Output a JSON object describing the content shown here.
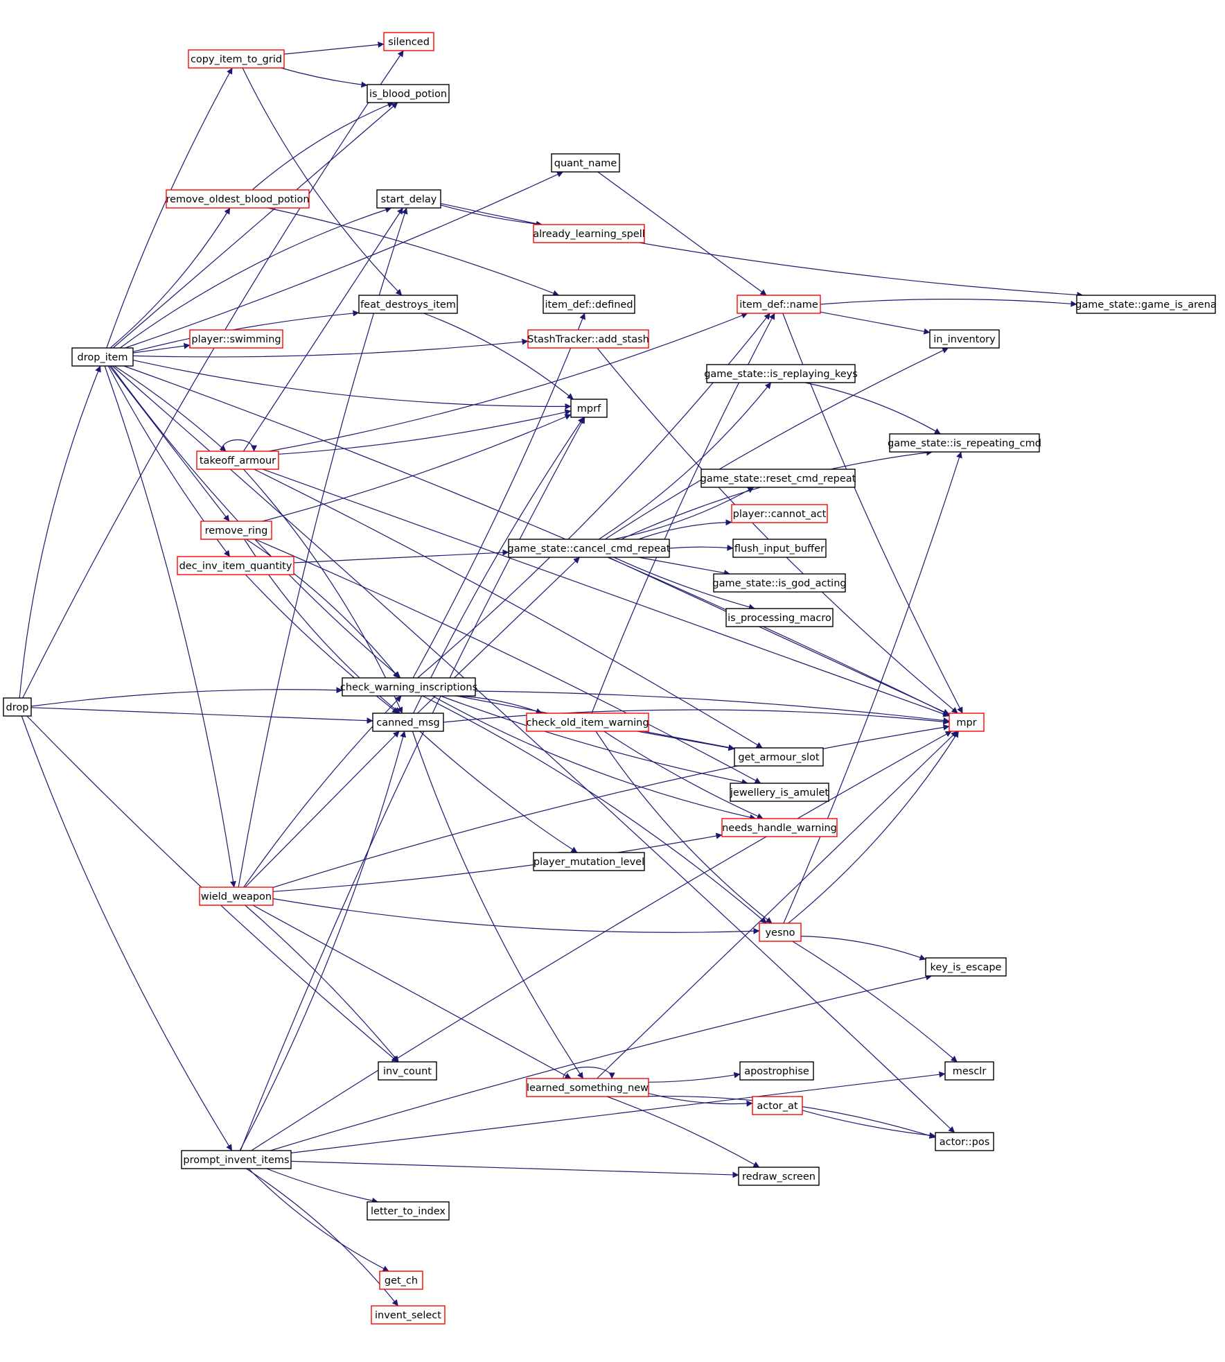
{
  "colors": {
    "edge": "#191970",
    "arrow": "#191970",
    "node_border_normal": "#000000",
    "node_border_incomplete": "#ff0000",
    "node_fill_root": "#bfbfbf",
    "node_fill": "#ffffff"
  },
  "nodes": [
    {
      "id": "drop",
      "label": "drop",
      "style": "root"
    },
    {
      "id": "drop_item",
      "label": "drop_item",
      "style": "normal"
    },
    {
      "id": "prompt_invent_items",
      "label": "prompt_invent_items",
      "style": "normal"
    },
    {
      "id": "copy_item_to_grid",
      "label": "copy_item_to_grid",
      "style": "red"
    },
    {
      "id": "silenced",
      "label": "silenced",
      "style": "red"
    },
    {
      "id": "is_blood_potion",
      "label": "is_blood_potion",
      "style": "normal"
    },
    {
      "id": "quant_name",
      "label": "quant_name",
      "style": "normal"
    },
    {
      "id": "remove_oldest_blood_potion",
      "label": "remove_oldest_blood_potion",
      "style": "red"
    },
    {
      "id": "start_delay",
      "label": "start_delay",
      "style": "normal"
    },
    {
      "id": "already_learning_spell",
      "label": "already_learning_spell",
      "style": "red"
    },
    {
      "id": "feat_destroys_item",
      "label": "feat_destroys_item",
      "style": "normal"
    },
    {
      "id": "item_def_defined",
      "label": "item_def::defined",
      "style": "normal"
    },
    {
      "id": "item_def_name",
      "label": "item_def::name",
      "style": "red"
    },
    {
      "id": "game_is_arena",
      "label": "game_state::game_is_arena",
      "style": "normal"
    },
    {
      "id": "player_swimming",
      "label": "player::swimming",
      "style": "red"
    },
    {
      "id": "add_stash",
      "label": "StashTracker::add_stash",
      "style": "red"
    },
    {
      "id": "in_inventory",
      "label": "in_inventory",
      "style": "normal"
    },
    {
      "id": "is_replaying_keys",
      "label": "game_state::is_replaying_keys",
      "style": "normal"
    },
    {
      "id": "mprf",
      "label": "mprf",
      "style": "normal"
    },
    {
      "id": "takeoff_armour",
      "label": "takeoff_armour",
      "style": "red"
    },
    {
      "id": "is_repeating_cmd",
      "label": "game_state::is_repeating_cmd",
      "style": "normal"
    },
    {
      "id": "reset_cmd_repeat",
      "label": "game_state::reset_cmd_repeat",
      "style": "normal"
    },
    {
      "id": "remove_ring",
      "label": "remove_ring",
      "style": "red"
    },
    {
      "id": "cannot_act",
      "label": "player::cannot_act",
      "style": "red"
    },
    {
      "id": "cancel_cmd_repeat",
      "label": "game_state::cancel_cmd_repeat",
      "style": "normal"
    },
    {
      "id": "flush_input_buffer",
      "label": "flush_input_buffer",
      "style": "normal"
    },
    {
      "id": "dec_inv_item_quantity",
      "label": "dec_inv_item_quantity",
      "style": "red"
    },
    {
      "id": "is_god_acting",
      "label": "game_state::is_god_acting",
      "style": "normal"
    },
    {
      "id": "is_processing_macro",
      "label": "is_processing_macro",
      "style": "normal"
    },
    {
      "id": "check_warning_inscriptions",
      "label": "check_warning_inscriptions",
      "style": "normal"
    },
    {
      "id": "canned_msg",
      "label": "canned_msg",
      "style": "normal"
    },
    {
      "id": "check_old_item_warning",
      "label": "check_old_item_warning",
      "style": "red"
    },
    {
      "id": "mpr",
      "label": "mpr",
      "style": "red"
    },
    {
      "id": "get_armour_slot",
      "label": "get_armour_slot",
      "style": "normal"
    },
    {
      "id": "jewellery_is_amulet",
      "label": "jewellery_is_amulet",
      "style": "normal"
    },
    {
      "id": "needs_handle_warning",
      "label": "needs_handle_warning",
      "style": "red"
    },
    {
      "id": "player_mutation_level",
      "label": "player_mutation_level",
      "style": "normal"
    },
    {
      "id": "wield_weapon",
      "label": "wield_weapon",
      "style": "red"
    },
    {
      "id": "yesno",
      "label": "yesno",
      "style": "red"
    },
    {
      "id": "key_is_escape",
      "label": "key_is_escape",
      "style": "normal"
    },
    {
      "id": "inv_count",
      "label": "inv_count",
      "style": "normal"
    },
    {
      "id": "apostrophise",
      "label": "apostrophise",
      "style": "normal"
    },
    {
      "id": "mesclr",
      "label": "mesclr",
      "style": "normal"
    },
    {
      "id": "learned_something_new",
      "label": "learned_something_new",
      "style": "red"
    },
    {
      "id": "actor_at",
      "label": "actor_at",
      "style": "red"
    },
    {
      "id": "actor_pos",
      "label": "actor::pos",
      "style": "normal"
    },
    {
      "id": "redraw_screen",
      "label": "redraw_screen",
      "style": "normal"
    },
    {
      "id": "letter_to_index",
      "label": "letter_to_index",
      "style": "normal"
    },
    {
      "id": "get_ch",
      "label": "get_ch",
      "style": "red"
    },
    {
      "id": "invent_select",
      "label": "invent_select",
      "style": "red"
    }
  ],
  "edges": [
    [
      "drop",
      "drop_item"
    ],
    [
      "drop",
      "check_warning_inscriptions"
    ],
    [
      "drop",
      "canned_msg"
    ],
    [
      "drop",
      "inv_count"
    ],
    [
      "drop",
      "prompt_invent_items"
    ],
    [
      "drop",
      "silenced"
    ],
    [
      "drop_item",
      "copy_item_to_grid"
    ],
    [
      "drop_item",
      "is_blood_potion"
    ],
    [
      "drop_item",
      "quant_name"
    ],
    [
      "drop_item",
      "remove_oldest_blood_potion"
    ],
    [
      "drop_item",
      "start_delay"
    ],
    [
      "drop_item",
      "feat_destroys_item"
    ],
    [
      "drop_item",
      "player_swimming"
    ],
    [
      "drop_item",
      "add_stash"
    ],
    [
      "drop_item",
      "mprf"
    ],
    [
      "drop_item",
      "mpr"
    ],
    [
      "drop_item",
      "takeoff_armour"
    ],
    [
      "drop_item",
      "remove_ring"
    ],
    [
      "drop_item",
      "dec_inv_item_quantity"
    ],
    [
      "drop_item",
      "check_warning_inscriptions"
    ],
    [
      "drop_item",
      "wield_weapon"
    ],
    [
      "drop_item",
      "actor_pos"
    ],
    [
      "copy_item_to_grid",
      "silenced"
    ],
    [
      "copy_item_to_grid",
      "is_blood_potion"
    ],
    [
      "copy_item_to_grid",
      "feat_destroys_item"
    ],
    [
      "remove_oldest_blood_potion",
      "is_blood_potion"
    ],
    [
      "remove_oldest_blood_potion",
      "item_def_defined"
    ],
    [
      "quant_name",
      "item_def_name"
    ],
    [
      "start_delay",
      "already_learning_spell"
    ],
    [
      "start_delay",
      "game_is_arena"
    ],
    [
      "feat_destroys_item",
      "mprf"
    ],
    [
      "item_def_name",
      "game_is_arena"
    ],
    [
      "item_def_name",
      "in_inventory"
    ],
    [
      "item_def_name",
      "mpr"
    ],
    [
      "add_stash",
      "mpr"
    ],
    [
      "is_replaying_keys",
      "is_repeating_cmd"
    ],
    [
      "takeoff_armour",
      "takeoff_armour"
    ],
    [
      "takeoff_armour",
      "start_delay"
    ],
    [
      "takeoff_armour",
      "mprf"
    ],
    [
      "takeoff_armour",
      "item_def_name"
    ],
    [
      "takeoff_armour",
      "canned_msg"
    ],
    [
      "takeoff_armour",
      "get_armour_slot"
    ],
    [
      "takeoff_armour",
      "mpr"
    ],
    [
      "remove_ring",
      "mprf"
    ],
    [
      "remove_ring",
      "canned_msg"
    ],
    [
      "remove_ring",
      "check_warning_inscriptions"
    ],
    [
      "remove_ring",
      "jewellery_is_amulet"
    ],
    [
      "dec_inv_item_quantity",
      "cancel_cmd_repeat"
    ],
    [
      "dec_inv_item_quantity",
      "canned_msg"
    ],
    [
      "cancel_cmd_repeat",
      "reset_cmd_repeat"
    ],
    [
      "cancel_cmd_repeat",
      "cannot_act"
    ],
    [
      "cancel_cmd_repeat",
      "flush_input_buffer"
    ],
    [
      "cancel_cmd_repeat",
      "is_god_acting"
    ],
    [
      "cancel_cmd_repeat",
      "is_processing_macro"
    ],
    [
      "cancel_cmd_repeat",
      "is_replaying_keys"
    ],
    [
      "cancel_cmd_repeat",
      "is_repeating_cmd"
    ],
    [
      "cancel_cmd_repeat",
      "in_inventory"
    ],
    [
      "cancel_cmd_repeat",
      "mpr"
    ],
    [
      "check_warning_inscriptions",
      "item_def_defined"
    ],
    [
      "check_warning_inscriptions",
      "item_def_name"
    ],
    [
      "check_warning_inscriptions",
      "check_old_item_warning"
    ],
    [
      "check_warning_inscriptions",
      "mpr"
    ],
    [
      "check_warning_inscriptions",
      "get_armour_slot"
    ],
    [
      "check_warning_inscriptions",
      "jewellery_is_amulet"
    ],
    [
      "check_warning_inscriptions",
      "needs_handle_warning"
    ],
    [
      "check_warning_inscriptions",
      "yesno"
    ],
    [
      "canned_msg",
      "mprf"
    ],
    [
      "canned_msg",
      "cancel_cmd_repeat"
    ],
    [
      "canned_msg",
      "player_mutation_level"
    ],
    [
      "canned_msg",
      "learned_something_new"
    ],
    [
      "canned_msg",
      "mpr"
    ],
    [
      "check_old_item_warning",
      "item_def_name"
    ],
    [
      "check_old_item_warning",
      "get_armour_slot"
    ],
    [
      "check_old_item_warning",
      "needs_handle_warning"
    ],
    [
      "check_old_item_warning",
      "yesno"
    ],
    [
      "wield_weapon",
      "start_delay"
    ],
    [
      "wield_weapon",
      "check_warning_inscriptions"
    ],
    [
      "wield_weapon",
      "canned_msg"
    ],
    [
      "wield_weapon",
      "needs_handle_warning"
    ],
    [
      "wield_weapon",
      "yesno"
    ],
    [
      "wield_weapon",
      "mpr"
    ],
    [
      "wield_weapon",
      "inv_count"
    ],
    [
      "wield_weapon",
      "learned_something_new"
    ],
    [
      "yesno",
      "is_repeating_cmd"
    ],
    [
      "yesno",
      "mpr"
    ],
    [
      "yesno",
      "key_is_escape"
    ],
    [
      "yesno",
      "mesclr"
    ],
    [
      "learned_something_new",
      "learned_something_new"
    ],
    [
      "learned_something_new",
      "apostrophise"
    ],
    [
      "learned_something_new",
      "actor_at"
    ],
    [
      "learned_something_new",
      "actor_pos"
    ],
    [
      "learned_something_new",
      "redraw_screen"
    ],
    [
      "learned_something_new",
      "mpr"
    ],
    [
      "actor_at",
      "actor_pos"
    ],
    [
      "prompt_invent_items",
      "canned_msg"
    ],
    [
      "prompt_invent_items",
      "mprf"
    ],
    [
      "prompt_invent_items",
      "mpr"
    ],
    [
      "prompt_invent_items",
      "redraw_screen"
    ],
    [
      "prompt_invent_items",
      "letter_to_index"
    ],
    [
      "prompt_invent_items",
      "get_ch"
    ],
    [
      "prompt_invent_items",
      "invent_select"
    ],
    [
      "prompt_invent_items",
      "key_is_escape"
    ],
    [
      "prompt_invent_items",
      "mesclr"
    ]
  ]
}
